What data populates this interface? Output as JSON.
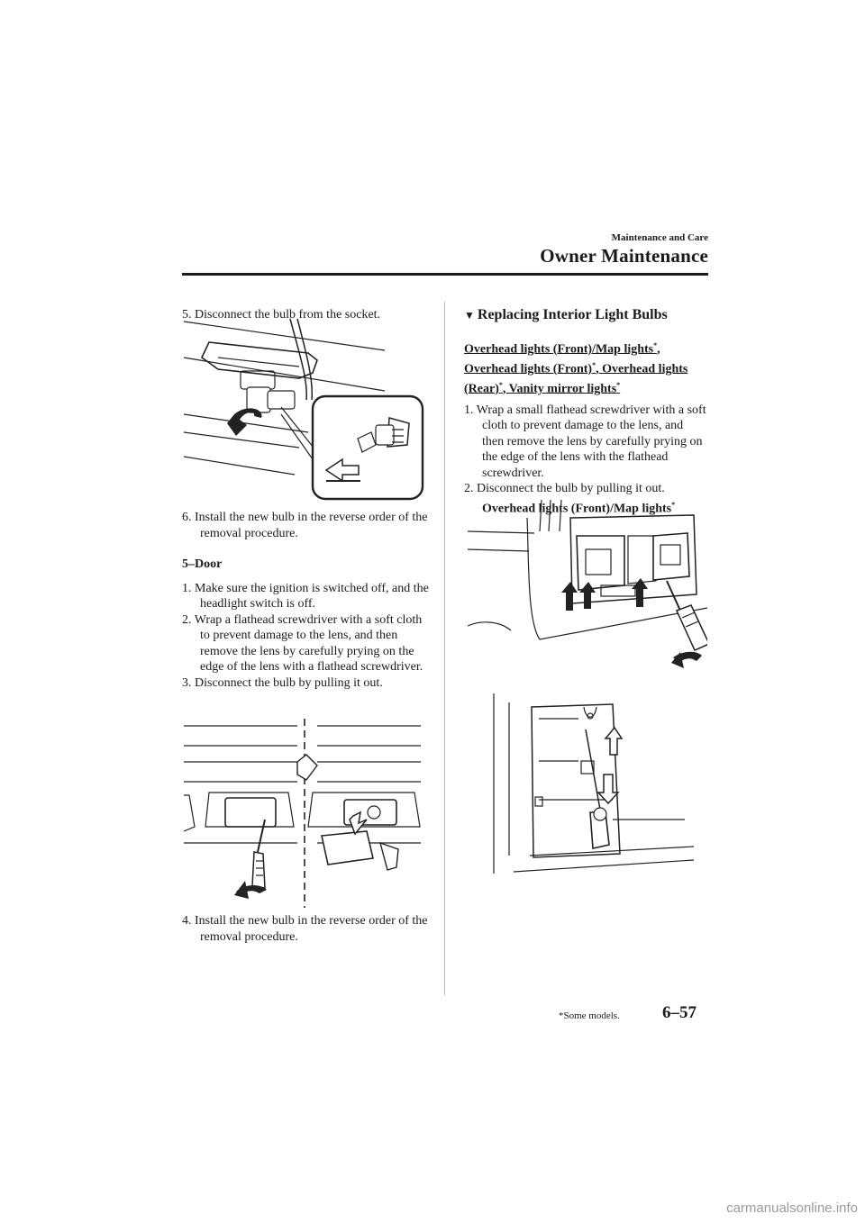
{
  "header": {
    "section": "Maintenance and Care",
    "title": "Owner Maintenance"
  },
  "left_column": {
    "step5": "5. Disconnect the bulb from the socket.",
    "step6": "6. Install the new bulb in the reverse order of the removal procedure.",
    "door_heading": "5–Door",
    "door_step1": "1. Make sure the ignition is switched off, and the headlight switch is off.",
    "door_step2": "2. Wrap a flathead screwdriver with a soft cloth to prevent damage to the lens, and then remove the lens by carefully prying on the edge of the lens with a flathead screwdriver.",
    "door_step3": "3. Disconnect the bulb by pulling it out.",
    "door_step4": "4. Install the new bulb in the reverse order of the removal procedure."
  },
  "right_column": {
    "section_heading": "Replacing Interior Light Bulbs",
    "sub_heading_part1": "Overhead lights (Front)/Map lights",
    "sub_heading_part2": ", Overhead lights (Front)",
    "sub_heading_part3": ", Overhead lights (Rear)",
    "sub_heading_part4": ", Vanity mirror lights",
    "asterisk": "*",
    "step1": "1. Wrap a small flathead screwdriver with a soft cloth to prevent damage to the lens, and then remove the lens by carefully prying on the edge of the lens with the flathead screwdriver.",
    "step2": "2. Disconnect the bulb by pulling it out.",
    "step2_sub": "Overhead lights (Front)/Map lights"
  },
  "footer": {
    "note": "*Some models.",
    "page_number": "6–57"
  },
  "watermark": "carmanualsonline.info"
}
